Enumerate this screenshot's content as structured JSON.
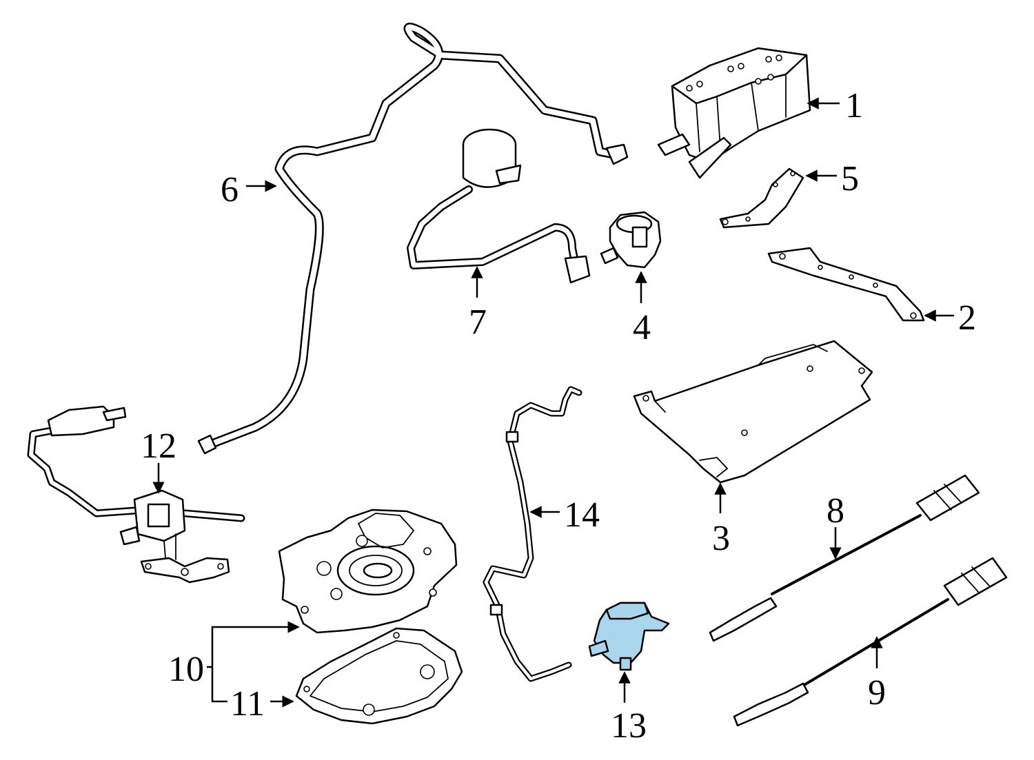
{
  "highlight_color": "#a9d6ec",
  "callouts": [
    {
      "id": "1",
      "label": "1",
      "part": "canister"
    },
    {
      "id": "2",
      "label": "2",
      "part": "bracket"
    },
    {
      "id": "3",
      "label": "3",
      "part": "shield"
    },
    {
      "id": "4",
      "label": "4",
      "part": "valve"
    },
    {
      "id": "5",
      "label": "5",
      "part": "bracket"
    },
    {
      "id": "6",
      "label": "6",
      "part": "vapor-line"
    },
    {
      "id": "7",
      "label": "7",
      "part": "vapor-hose"
    },
    {
      "id": "8",
      "label": "8",
      "part": "oxygen-sensor"
    },
    {
      "id": "9",
      "label": "9",
      "part": "oxygen-sensor"
    },
    {
      "id": "10",
      "label": "10",
      "part": "assembly-group"
    },
    {
      "id": "11",
      "label": "11",
      "part": "gasket"
    },
    {
      "id": "12",
      "label": "12",
      "part": "purge-valve"
    },
    {
      "id": "13",
      "label": "13",
      "part": "solenoid",
      "highlighted": true
    },
    {
      "id": "14",
      "label": "14",
      "part": "vacuum-line"
    }
  ]
}
